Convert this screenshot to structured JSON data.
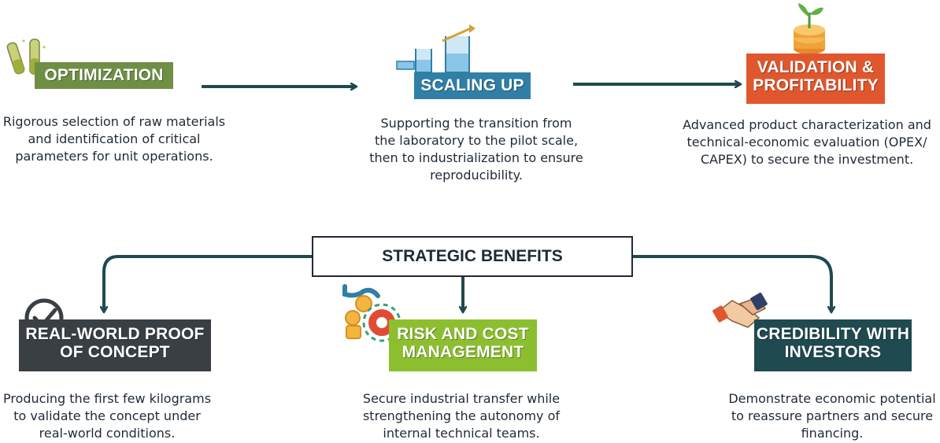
{
  "steps": [
    {
      "label": "OPTIMIZATION",
      "color": "#6f8f45",
      "icon": "test-tubes-icon",
      "description": [
        "Rigorous selection of raw materials",
        "and identification of critical",
        "parameters for unit operations."
      ]
    },
    {
      "label": "SCALING UP",
      "color": "#2f7fa6",
      "icon": "beakers-growth-icon",
      "description": [
        "Supporting the transition from",
        "the laboratory to the pilot scale,",
        "then to industrialization to ensure",
        "reproducibility."
      ]
    },
    {
      "label_line1": "VALIDATION &",
      "label_line2": "PROFITABILITY",
      "color": "#e0572e",
      "icon": "coin-plant-icon",
      "description": [
        "Advanced product characterization and",
        "technical-economic evaluation (OPEX/",
        "CAPEX) to secure the investment."
      ]
    }
  ],
  "strategic_title": "STRATEGIC BENEFITS",
  "benefits": [
    {
      "label_line1": "REAL-WORLD PROOF",
      "label_line2": "OF CONCEPT",
      "color": "#3a3f44",
      "icon": "checkmark-circle-icon",
      "description": [
        "Producing the first few kilograms",
        "to validate the concept under",
        "real-world conditions."
      ]
    },
    {
      "label_line1": "RISK AND COST",
      "label_line2": "MANAGEMENT",
      "color": "#8cbf2f",
      "icon": "coins-gear-icon",
      "description": [
        "Secure industrial transfer while",
        "strengthening the autonomy of",
        "internal technical teams."
      ]
    },
    {
      "label_line1": "CREDIBILITY WITH",
      "label_line2": "INVESTORS",
      "color": "#1f4a4f",
      "icon": "handshake-icon",
      "description": [
        "Demonstrate economic potential",
        "to reassure partners and secure",
        "financing."
      ]
    }
  ],
  "arrow_color": "#1f4a4f"
}
